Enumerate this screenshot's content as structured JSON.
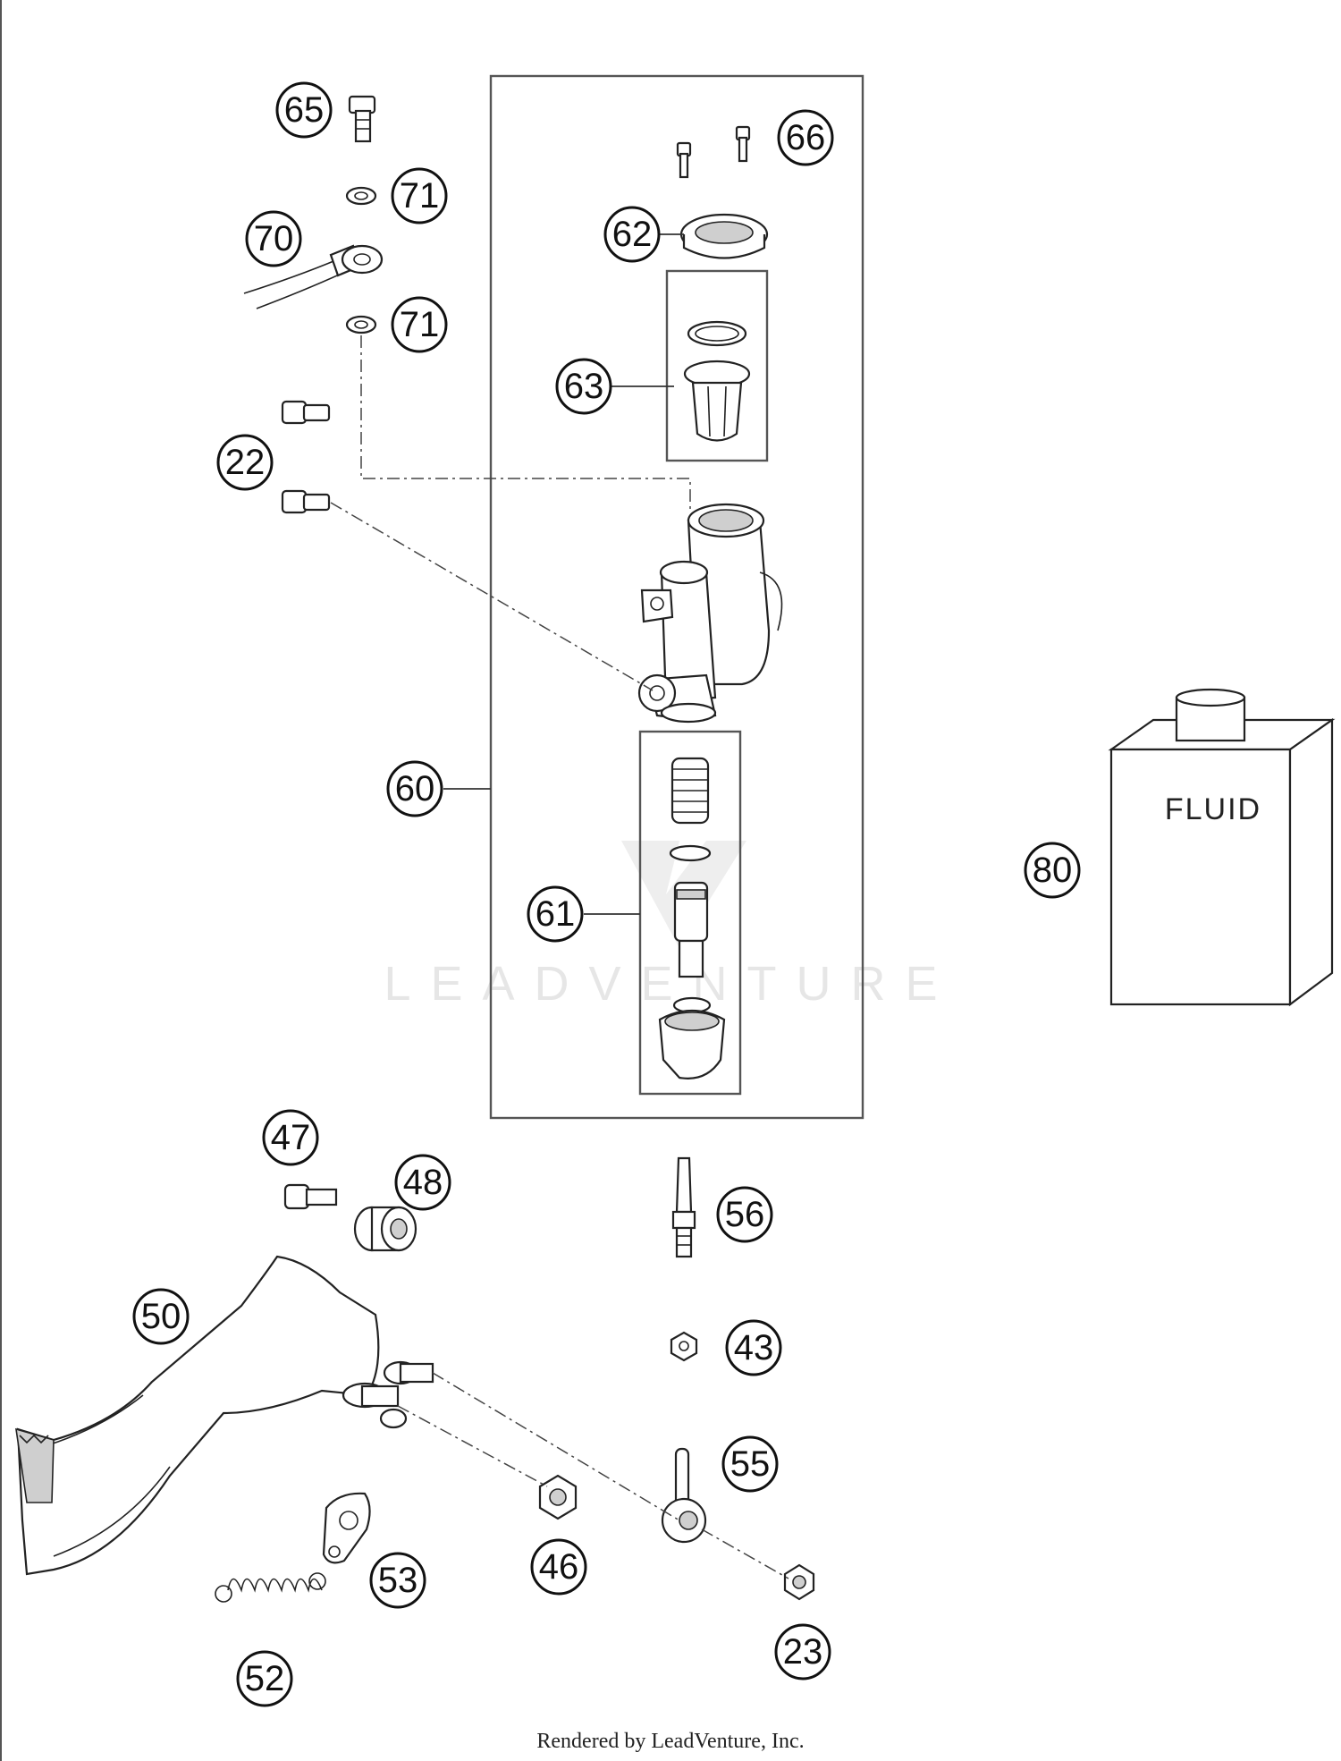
{
  "watermark": "LEADVENTURE",
  "footer": "Rendered by LeadVenture, Inc.",
  "fluid_label": "FLUID",
  "callouts": [
    {
      "id": "c65",
      "label": "65"
    },
    {
      "id": "c66",
      "label": "66"
    },
    {
      "id": "c71a",
      "label": "71"
    },
    {
      "id": "c70",
      "label": "70"
    },
    {
      "id": "c62",
      "label": "62"
    },
    {
      "id": "c71b",
      "label": "71"
    },
    {
      "id": "c63",
      "label": "63"
    },
    {
      "id": "c22",
      "label": "22"
    },
    {
      "id": "c60",
      "label": "60"
    },
    {
      "id": "c80",
      "label": "80"
    },
    {
      "id": "c61",
      "label": "61"
    },
    {
      "id": "c47",
      "label": "47"
    },
    {
      "id": "c48",
      "label": "48"
    },
    {
      "id": "c56",
      "label": "56"
    },
    {
      "id": "c50",
      "label": "50"
    },
    {
      "id": "c43",
      "label": "43"
    },
    {
      "id": "c55",
      "label": "55"
    },
    {
      "id": "c53",
      "label": "53"
    },
    {
      "id": "c46",
      "label": "46"
    },
    {
      "id": "c23",
      "label": "23"
    },
    {
      "id": "c52",
      "label": "52"
    }
  ]
}
